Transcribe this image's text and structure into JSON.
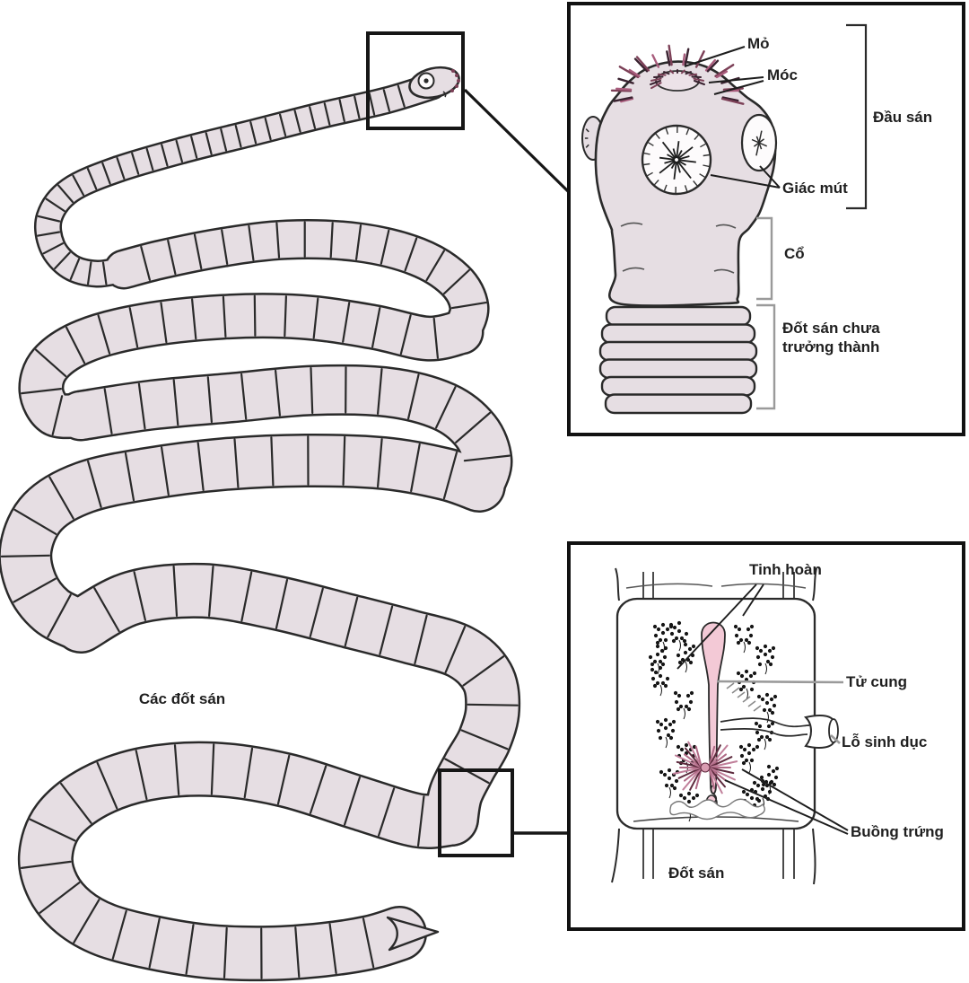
{
  "main": {
    "coil_label": "Các đốt sán"
  },
  "head_inset": {
    "mo": "Mỏ",
    "moc": "Móc",
    "dau_san": "Đầu sán",
    "giac_mut": "Giác mút",
    "co": "Cổ",
    "immature": "Đốt sán chưa trưởng thành"
  },
  "segment_inset": {
    "tinh_hoan": "Tinh hoàn",
    "tu_cung": "Tử cung",
    "lo_sinh_duc": "Lỗ sinh dục",
    "buong_trung": "Buồng trứng",
    "dot_san": "Đốt sán"
  },
  "colors": {
    "worm_fill": "#e6dee3",
    "outline": "#2a2a2a",
    "hook_pink": "#a85c7c",
    "hook_dark": "#3a2230",
    "hook_mid": "#7c4057",
    "uterus_pink": "#f3c9d6",
    "ovary_pink": "#b06a86",
    "ovary_dark": "#5e2b3e",
    "bracket_gray": "#9a9a9a",
    "ink": "#1f1f1f",
    "sucker_white": "#fdfbfc"
  }
}
